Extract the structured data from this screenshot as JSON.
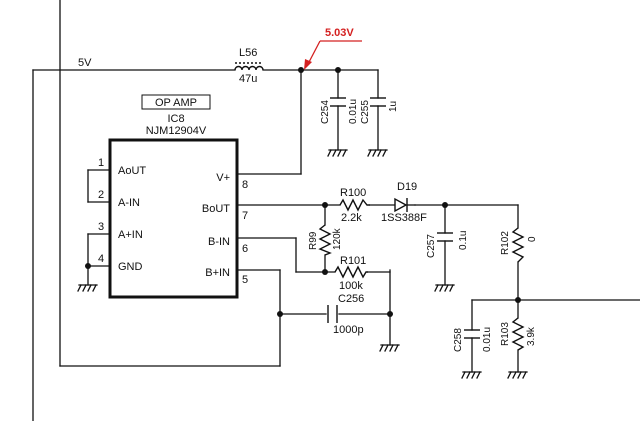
{
  "rails": {
    "supply": "5V"
  },
  "annotation": {
    "voltage": "5.03V",
    "color": "#d42020"
  },
  "ic": {
    "tag": "OP AMP",
    "ref": "IC8",
    "part": "NJM12904V",
    "pins": [
      {
        "num": "1",
        "name": "AoUT"
      },
      {
        "num": "2",
        "name": "A-IN"
      },
      {
        "num": "3",
        "name": "A+IN"
      },
      {
        "num": "4",
        "name": "GND"
      },
      {
        "num": "8",
        "name": "V+"
      },
      {
        "num": "7",
        "name": "BoUT"
      },
      {
        "num": "6",
        "name": "B-IN"
      },
      {
        "num": "5",
        "name": "B+IN"
      }
    ]
  },
  "components": {
    "l56": {
      "ref": "L56",
      "value": "47u"
    },
    "c254": {
      "ref": "C254",
      "value": "0.01u"
    },
    "c255": {
      "ref": "C255",
      "value": "1u"
    },
    "r100": {
      "ref": "R100",
      "value": "2.2k"
    },
    "d19": {
      "ref": "D19",
      "value": "1SS388F"
    },
    "r99": {
      "ref": "R99",
      "value": "120k"
    },
    "c257": {
      "ref": "C257",
      "value": "0.1u"
    },
    "r102": {
      "ref": "R102",
      "value": "0"
    },
    "r101": {
      "ref": "R101",
      "value": "100k"
    },
    "c256": {
      "ref": "C256",
      "value": "1000p"
    },
    "c258": {
      "ref": "C258",
      "value": "0.01u"
    },
    "r103": {
      "ref": "R103",
      "value": "3.9k"
    }
  }
}
